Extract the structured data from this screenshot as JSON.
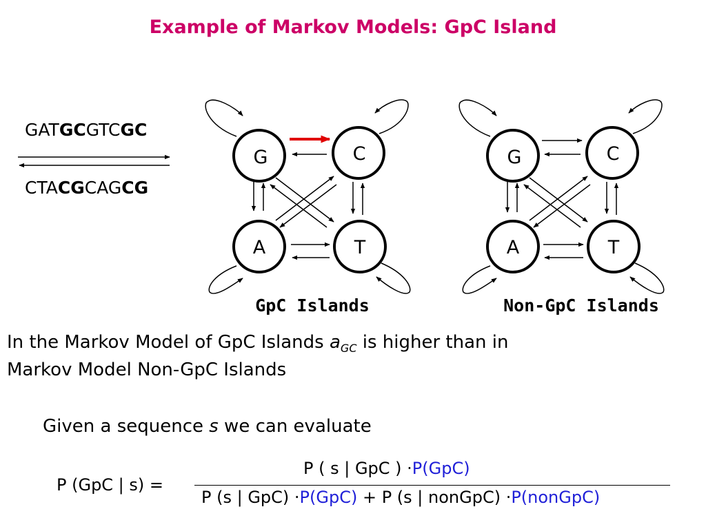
{
  "title": "Example of Markov Models: GpC Island",
  "title_color": "#cc0066",
  "sequences": {
    "top_a": "GAT",
    "top_b": "GC",
    "top_c": "GTC",
    "top_d": "GC",
    "bottom_a": "CTA",
    "bottom_b": "CG",
    "bottom_c": "CAG",
    "bottom_d": "CG"
  },
  "diagrams": [
    {
      "caption": "GpC Islands",
      "nodes": [
        "G",
        "C",
        "A",
        "T"
      ],
      "highlight_transition": "G-C",
      "highlight_color": "#e00000"
    },
    {
      "caption": "Non-GpC Islands",
      "nodes": [
        "G",
        "C",
        "A",
        "T"
      ]
    }
  ],
  "statement": {
    "part1": "In the Markov Model of GpC Islands ",
    "a_symbol": "a",
    "a_subscript": "GC",
    "part2": " is higher than in",
    "line2": "Markov Model Non-GpC Islands"
  },
  "given": {
    "part1": "Given a sequence ",
    "s": "s",
    "part2": " we can evaluate"
  },
  "formula": {
    "lhs": "P (GpC | s) =",
    "numerator_black": "P ( s | GpC ) ·",
    "numerator_blue": "P(GpC)",
    "den_1": "P (s | GpC) ·",
    "den_2": "P(GpC)",
    "den_3": " + P (s | nonGpC) ·",
    "den_4": "P(nonGpC)"
  },
  "colors": {
    "blue_text": "#2020d8",
    "ink": "#000000"
  }
}
